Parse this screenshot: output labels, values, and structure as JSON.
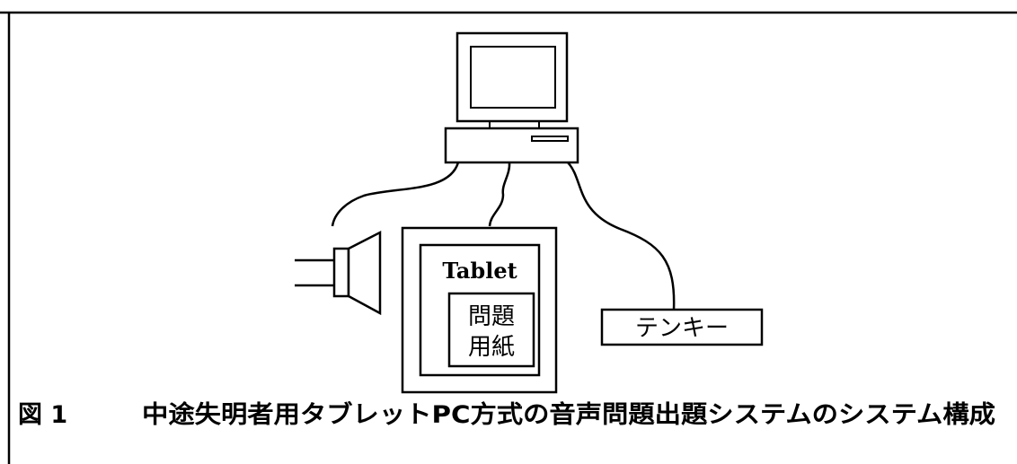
{
  "tablet": {
    "label": "Tablet",
    "paper_line1": "問題",
    "paper_line2": "用紙"
  },
  "tenkey": {
    "label": "テンキー"
  },
  "caption": {
    "number": "図 1",
    "text": "中途失明者用タブレットPC方式の音声問題出題システムのシステム構成"
  }
}
